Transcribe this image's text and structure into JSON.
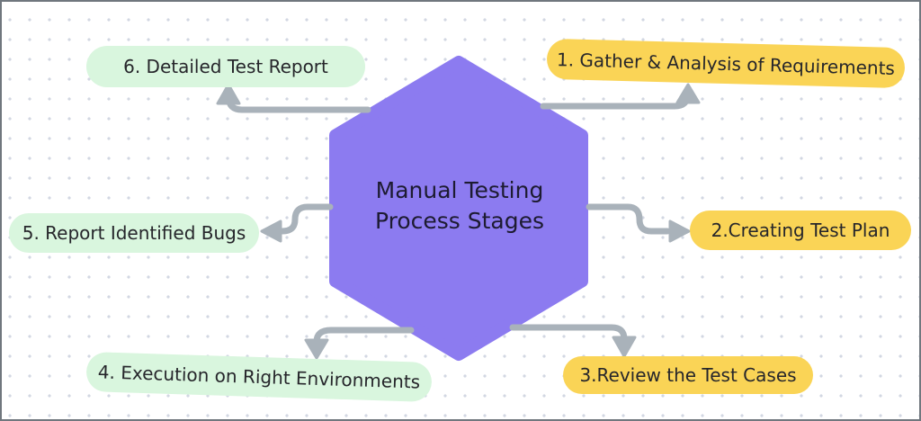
{
  "diagram": {
    "title_line1": "Manual Testing",
    "title_line2": "Process Stages",
    "stages": [
      {
        "label": "1. Gather & Analysis of Requirements",
        "tone": "yellow",
        "position": "top-right"
      },
      {
        "label": "2.Creating Test Plan",
        "tone": "yellow",
        "position": "right"
      },
      {
        "label": "3.Review the Test Cases",
        "tone": "yellow",
        "position": "bottom-right"
      },
      {
        "label": "4. Execution on Right Environments",
        "tone": "green",
        "position": "bottom-left"
      },
      {
        "label": "5. Report Identified Bugs",
        "tone": "green",
        "position": "left"
      },
      {
        "label": "6. Detailed Test Report",
        "tone": "green",
        "position": "top-left"
      }
    ]
  },
  "colors": {
    "hexagon": "#8C7BF0",
    "green": "#D9F6DE",
    "yellow": "#FAD456",
    "arrow": "#A9B2BA",
    "dot": "#D2D7E2",
    "border": "#70777E",
    "ink": "#26262B",
    "title-ink": "#1D1B31",
    "canvas": "#FFFFFF"
  }
}
